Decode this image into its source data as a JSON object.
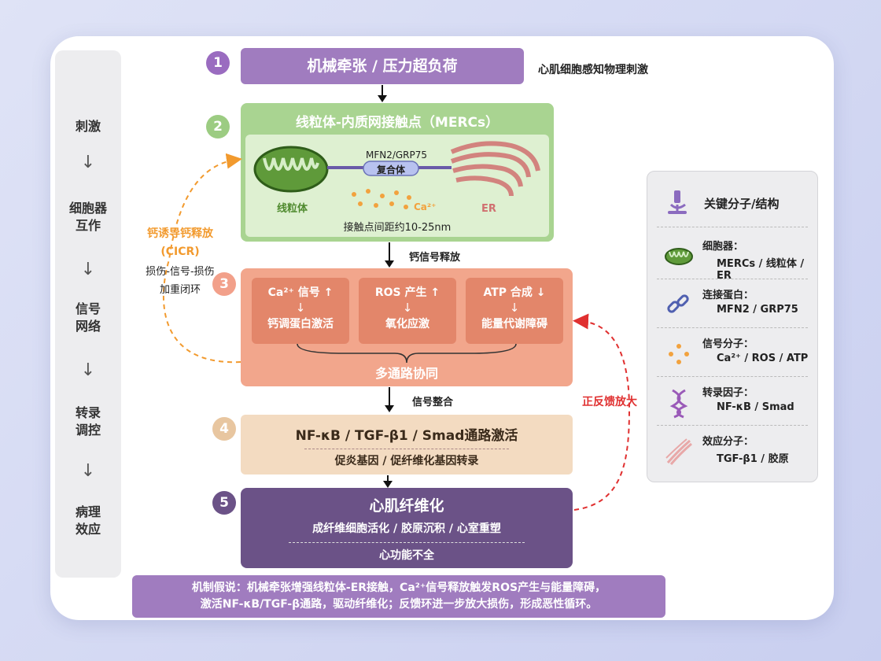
{
  "stages": [
    "刺激",
    "细胞器\n互作",
    "信号\n网络",
    "转录\n调控",
    "病理\n效应"
  ],
  "stage_arrow_glyph": "↓",
  "badges": [
    "1",
    "2",
    "3",
    "4",
    "5"
  ],
  "step1": {
    "title": "机械牵张 / 压力超负荷",
    "note": "心肌细胞感知物理刺激"
  },
  "step2": {
    "title": "线粒体-内质网接触点（MERCs）",
    "protein_label": "MFN2/GRP75",
    "complex_label": "复合体",
    "mito_label": "线粒体",
    "ca_label": "Ca²⁺",
    "er_label": "ER",
    "distance": "接触点间距约10-25nm"
  },
  "connector_1": "钙信号释放",
  "connector_2": "信号整合",
  "step3": {
    "boxes": [
      {
        "top": "Ca²⁺ 信号 ↑",
        "bottom": "钙调蛋白激活"
      },
      {
        "top": "ROS 产生 ↑",
        "bottom": "氧化应激"
      },
      {
        "top": "ATP 合成 ↓",
        "bottom": "能量代谢障碍"
      }
    ],
    "footer": "多通路协同"
  },
  "step4": {
    "title": "NF-κB / TGF-β1 / Smad通路激活",
    "subtitle": "促炎基因 / 促纤维化基因转录"
  },
  "step5": {
    "title": "心肌纤维化",
    "subtitle": "成纤维细胞活化 / 胶原沉积 / 心室重塑",
    "bottom": "心功能不全"
  },
  "left_loop": {
    "title": "钙诱导钙释放",
    "abbr": "(CICR)",
    "desc1": "损伤-信号-损伤",
    "desc2": "加重闭环"
  },
  "right_loop": {
    "label": "正反馈放大"
  },
  "legend": {
    "title": "关键分子/结构",
    "items": [
      {
        "label": "细胞器：",
        "value": "MERCs / 线粒体 / ER",
        "icon": "mitochondrion-icon"
      },
      {
        "label": "连接蛋白：",
        "value": "MFN2 / GRP75",
        "icon": "chain-link-icon"
      },
      {
        "label": "信号分子：",
        "value": "Ca²⁺ / ROS / ATP",
        "icon": "dots-icon"
      },
      {
        "label": "转录因子：",
        "value": "NF-κB / Smad",
        "icon": "dna-icon"
      },
      {
        "label": "效应分子：",
        "value": "TGF-β1 / 胶原",
        "icon": "collagen-fiber-icon"
      }
    ]
  },
  "hypothesis": {
    "line1": "机制假说：机械牵张增强线粒体-ER接触，Ca²⁺信号释放触发ROS产生与能量障碍，",
    "line2": "激活NF-κB/TGF-β通路，驱动纤维化；反馈环进一步放大损伤，形成恶性循环。"
  },
  "colors": {
    "purple": "#a07cbf",
    "green": "#a9d491",
    "salmon": "#f2a68c",
    "beige": "#f3dbc1",
    "dark_purple": "#6b5287",
    "orange": "#f29a2e",
    "red": "#e03030"
  }
}
